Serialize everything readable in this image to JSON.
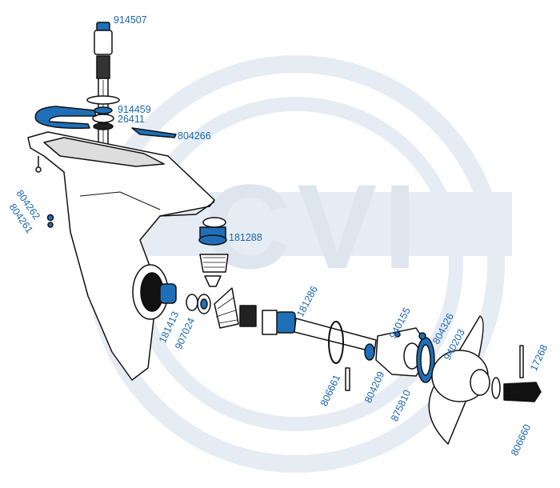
{
  "watermark": {
    "text": "CVI",
    "color": "#e6ecf4"
  },
  "colors": {
    "label": "#1a66b0",
    "part_highlight": "#1f6fb8",
    "line": "#111111"
  },
  "parts": [
    {
      "number": "914507"
    },
    {
      "number": "914459"
    },
    {
      "number": "26411"
    },
    {
      "number": "804266"
    },
    {
      "number": "804262"
    },
    {
      "number": "804261"
    },
    {
      "number": "181288"
    },
    {
      "number": "181413"
    },
    {
      "number": "907024"
    },
    {
      "number": "181286"
    },
    {
      "number": "940155"
    },
    {
      "number": "804326"
    },
    {
      "number": "940203"
    },
    {
      "number": "806661"
    },
    {
      "number": "804209"
    },
    {
      "number": "875810"
    },
    {
      "number": "17268"
    },
    {
      "number": "806660"
    }
  ]
}
